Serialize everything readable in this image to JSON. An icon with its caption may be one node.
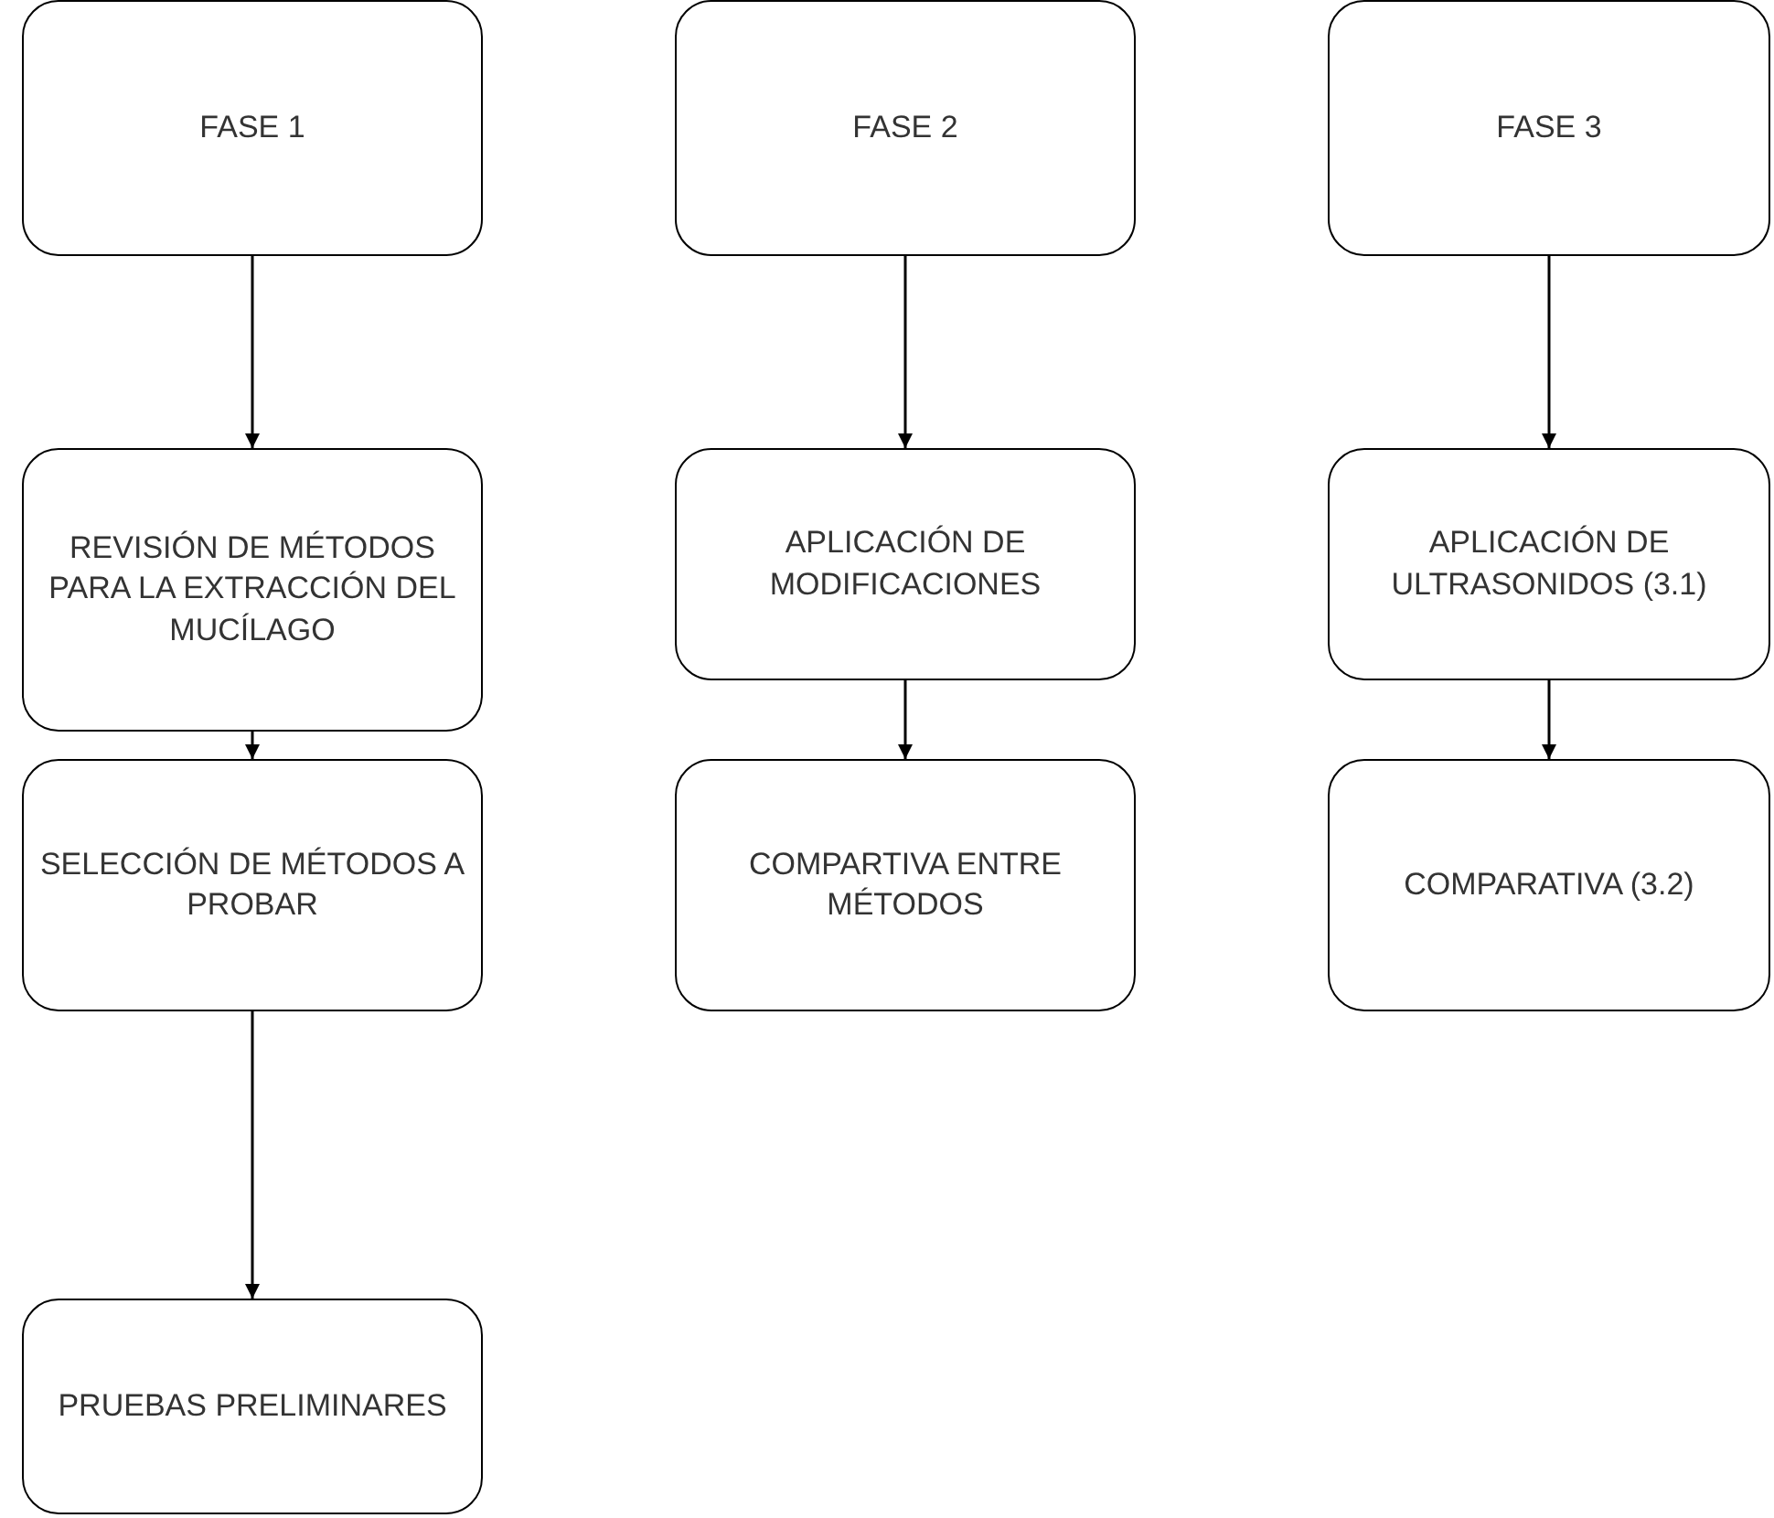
{
  "diagram": {
    "nodes": [
      {
        "text": [
          "FASE 1"
        ]
      },
      {
        "text": [
          "FASE 2"
        ]
      },
      {
        "text": [
          "FASE 3"
        ]
      },
      {
        "text": [
          "REVISIÓN DE MÉTODOS PARA LA EXTRACCIÓN DEL MUCÍLAGO"
        ]
      },
      {
        "text": [
          "APLICACIÓN DE MODIFICACIONES"
        ]
      },
      {
        "text": [
          "APLICACIÓN DE ULTRASONIDOS (3.1)"
        ]
      },
      {
        "text": [
          "SELECCIÓN DE MÉTODOS A PROBAR"
        ]
      },
      {
        "text": [
          "COMPARTIVA ENTRE MÉTODOS"
        ]
      },
      {
        "text": [
          "COMPARATIVA (3.2)"
        ]
      },
      {
        "text": [
          "PRUEBAS PRELIMINARES"
        ]
      }
    ],
    "edges": [
      {
        "from": 0,
        "to": 3,
        "arrow": "to"
      },
      {
        "from": 3,
        "to": 6,
        "arrow": "to"
      },
      {
        "from": 6,
        "to": 9,
        "arrow": "to"
      },
      {
        "from": 1,
        "to": 4,
        "arrow": "to"
      },
      {
        "from": 4,
        "to": 7,
        "arrow": "to"
      },
      {
        "from": 2,
        "to": 5,
        "arrow": "to"
      },
      {
        "from": 5,
        "to": 8,
        "arrow": "to"
      }
    ]
  }
}
